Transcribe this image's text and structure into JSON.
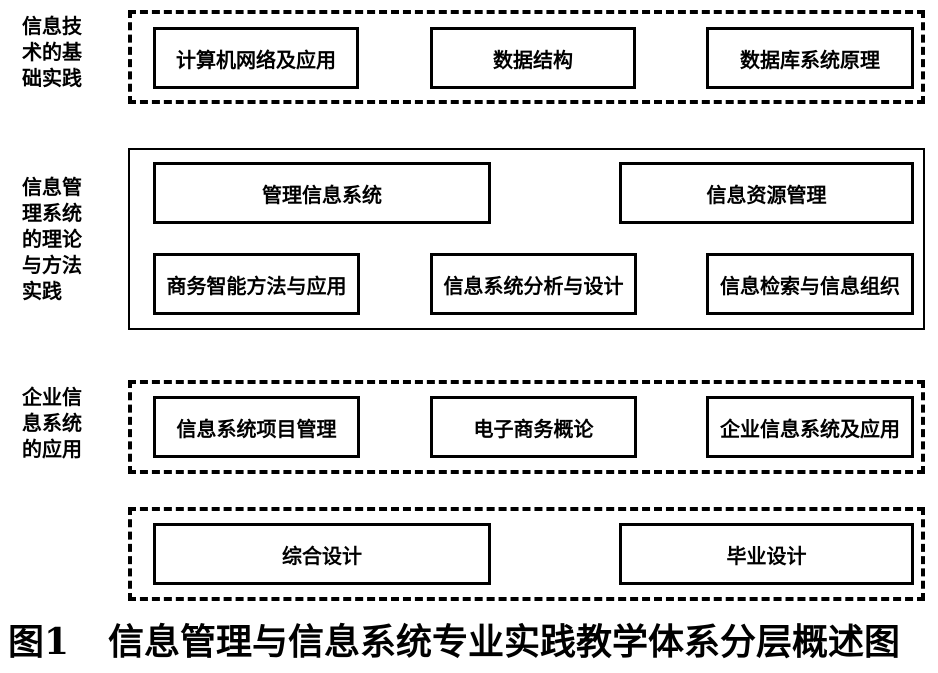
{
  "rows": {
    "row1": {
      "label": "信息技\n术的基\n础实践",
      "boxes": [
        "计算机网络及应用",
        "数据结构",
        "数据库系统原理"
      ]
    },
    "row2": {
      "label": "信息管\n理系统\n的理论\n与方法\n实践",
      "boxes": [
        "管理信息系统",
        "信息资源管理",
        "商务智能方法与应用",
        "信息系统分析与设计",
        "信息检索与信息组织"
      ]
    },
    "row3": {
      "label": "企业信\n息系统\n的应用",
      "boxes": [
        "信息系统项目管理",
        "电子商务概论",
        "企业信息系统及应用"
      ]
    },
    "row4": {
      "boxes": [
        "综合设计",
        "毕业设计"
      ]
    }
  },
  "caption": {
    "number": "图1",
    "text": "信息管理与信息系统专业实践教学体系分层概述图"
  }
}
